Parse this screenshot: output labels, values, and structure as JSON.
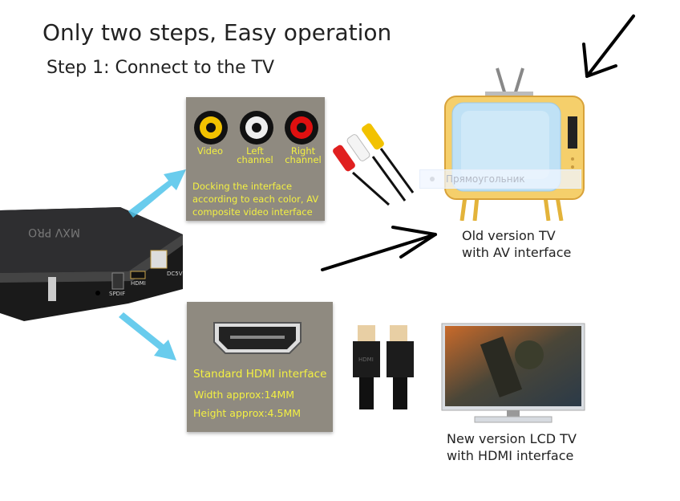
{
  "header": {
    "title": "Only two steps, Easy operation",
    "step1": "Step 1: Connect to the TV"
  },
  "box": {
    "brand": "MXV PRO",
    "ports": [
      "SPDIF",
      "HDMI",
      "DC5V"
    ]
  },
  "av_panel": {
    "jacks": [
      {
        "label1": "Video",
        "label2": "",
        "color": "#f2c200"
      },
      {
        "label1": "Left",
        "label2": "channel",
        "color": "#eeeeee"
      },
      {
        "label1": "Right",
        "label2": "channel",
        "color": "#e01010"
      }
    ],
    "desc": [
      "Docking the interface",
      "according to each color, AV",
      "composite video interface"
    ]
  },
  "hdmi_panel": {
    "lines": [
      "Standard HDMI interface",
      "Width approx:14MM",
      "Height approx:4.5MM"
    ],
    "cable_text": "HDMI"
  },
  "old_tv": {
    "caption": [
      "Old version TV",
      "with AV interface"
    ]
  },
  "lcd_tv": {
    "caption": [
      "New version LCD TV",
      "with HDMI interface"
    ]
  },
  "ghost_tooltip": {
    "label": "Прямоугольник"
  },
  "colors": {
    "panel": "#8f8a80",
    "label_yellow": "#f3f042",
    "arrow_blue": "#4fc3ea"
  }
}
